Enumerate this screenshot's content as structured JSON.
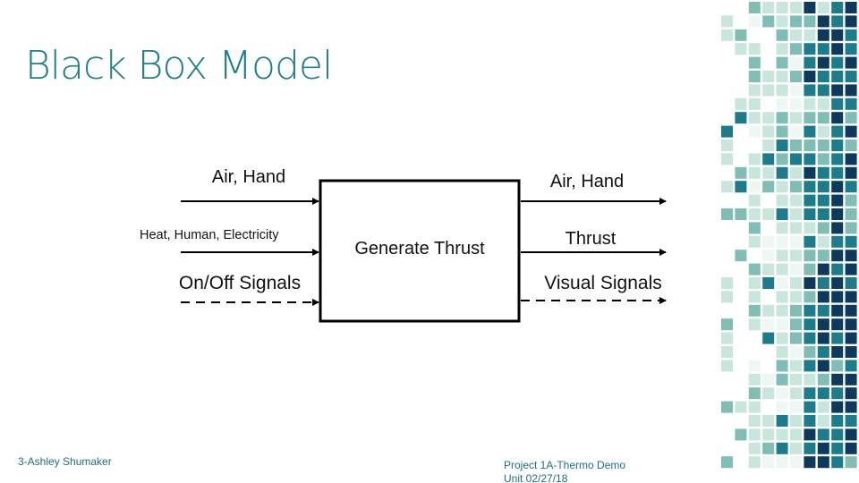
{
  "slide": {
    "title": "Black Box Model",
    "footer_left": "3-Ashley Shumaker",
    "footer_right_line1": "Project 1A-Thermo Demo",
    "footer_right_line2": "Unit 02/27/18"
  },
  "diagram": {
    "process": "Generate Thrust",
    "inputs": [
      {
        "label": "Air, Hand",
        "type": "material"
      },
      {
        "label": "Heat, Human, Electricity",
        "type": "energy"
      },
      {
        "label": "On/Off Signals",
        "type": "signal"
      }
    ],
    "outputs": [
      {
        "label": "Air, Hand",
        "type": "material"
      },
      {
        "label": "Thrust",
        "type": "energy"
      },
      {
        "label": "Visual Signals",
        "type": "signal"
      }
    ]
  },
  "colors": {
    "title": "#1f7f8c",
    "mosaic": [
      "#0d3a5c",
      "#1c7c8c",
      "#7fbdb5",
      "#c9e6dc",
      "#eef7f3"
    ]
  }
}
